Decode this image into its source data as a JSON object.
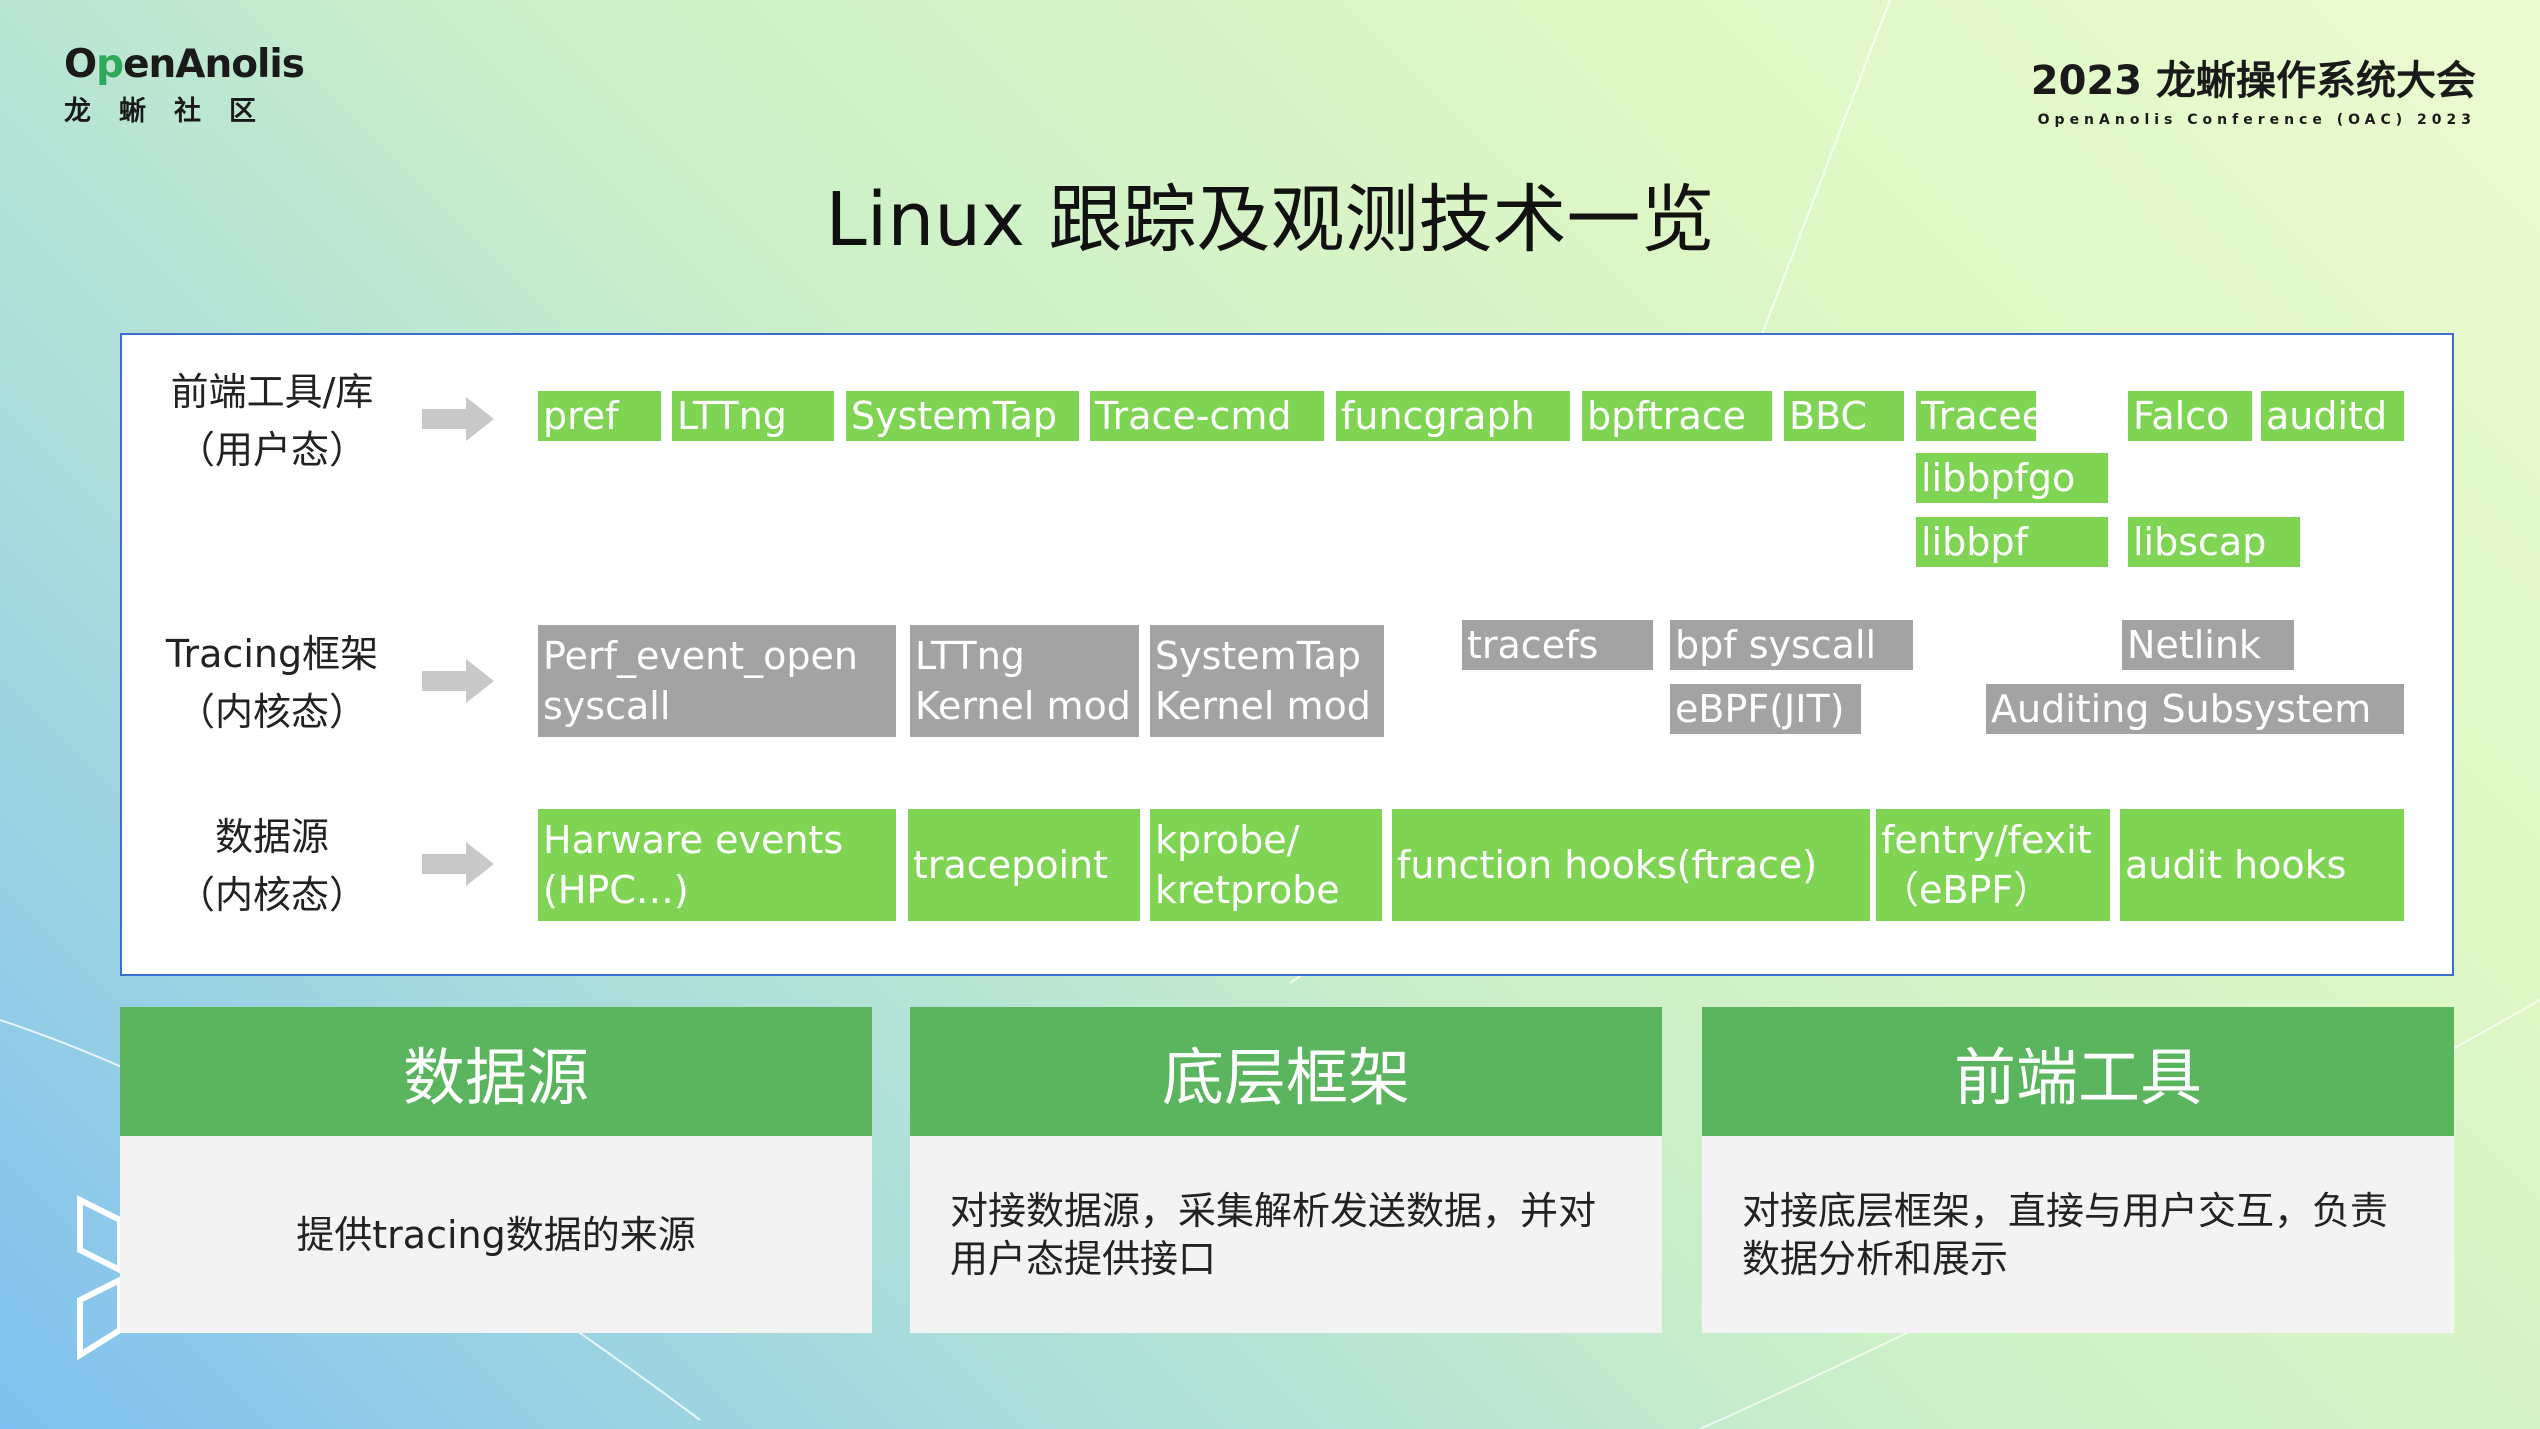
{
  "header": {
    "logo_left": {
      "brand_pre": "O",
      "brand_p": "p",
      "brand_post": "enAnolis",
      "sub": "龙蜥社区"
    },
    "logo_right": {
      "title": "2023 龙蜥操作系统大会",
      "sub": "OpenAnolis Conference (OAC) 2023"
    }
  },
  "title": "Linux 跟踪及观测技术一览",
  "rows": {
    "frontend": {
      "label_line1": "前端工具/库",
      "label_line2": "（用户态）"
    },
    "tracing": {
      "label_line1": "Tracing框架",
      "label_line2": "（内核态）"
    },
    "source": {
      "label_line1": "数据源",
      "label_line2": "（内核态）"
    }
  },
  "frontend_boxes": {
    "pref": "pref",
    "lttng": "LTTng",
    "systemtap": "SystemTap",
    "trace_cmd": "Trace-cmd",
    "funcgraph": "funcgraph",
    "bpftrace": "bpftrace",
    "bbc": "BBC",
    "tracee": "Tracee",
    "falco": "Falco",
    "auditd": "auditd",
    "libbpfgo": "libbpfgo",
    "libbpf": "libbpf",
    "libscap": "libscap"
  },
  "tracing_boxes": {
    "perf_line1": "Perf_event_open",
    "perf_line2": "syscall",
    "lttng_line1": "LTTng",
    "lttng_line2": "Kernel mod",
    "systemtap_line1": "SystemTap",
    "systemtap_line2": "Kernel mod",
    "tracefs": "tracefs",
    "bpf_syscall": "bpf syscall",
    "ebpf_jit": "eBPF(JIT)",
    "netlink": "Netlink",
    "auditing": "Auditing Subsystem"
  },
  "source_boxes": {
    "hw_line1": "Harware events",
    "hw_line2": "(HPC…)",
    "tracepoint": "tracepoint",
    "kprobe_line1": "kprobe/",
    "kprobe_line2": "kretprobe",
    "function_hooks": "function hooks(ftrace)",
    "fentry_line1": "fentry/fexit",
    "fentry_line2": "（eBPF）",
    "audit_hooks": "audit hooks"
  },
  "cards": [
    {
      "title": "数据源",
      "body_line1": "提供tracing数据的来源",
      "body_line2": ""
    },
    {
      "title": "底层框架",
      "body_line1": "对接数据源，采集解析发送数据，并对",
      "body_line2": "用户态提供接口"
    },
    {
      "title": "前端工具",
      "body_line1": "对接底层框架，直接与用户交互，负责",
      "body_line2": "数据分析和展示"
    }
  ],
  "colors": {
    "green_box": "#7fd454",
    "gray_box": "#a3a3a3",
    "card_header": "#5bb55f",
    "panel_border": "#3a6fd0"
  },
  "icons": {
    "row_arrow": "right-arrow-icon"
  }
}
